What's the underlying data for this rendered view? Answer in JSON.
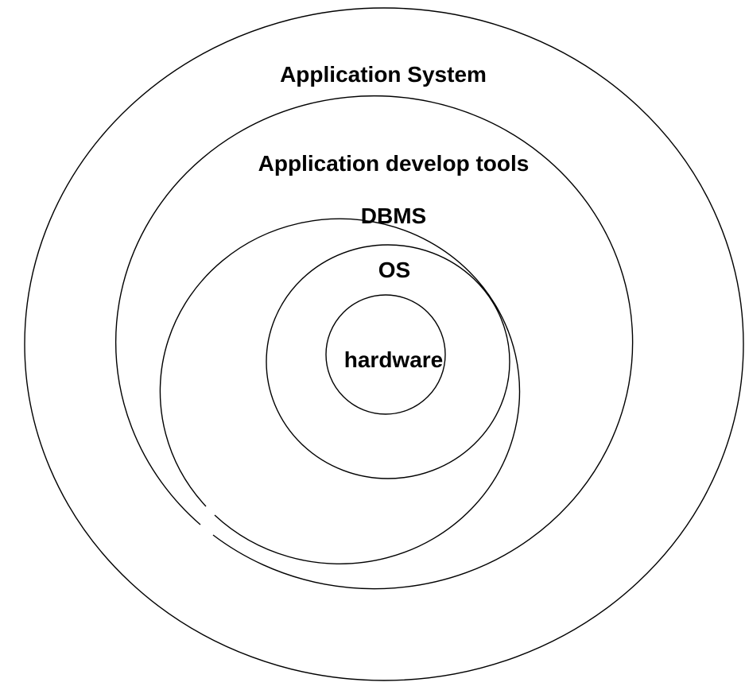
{
  "diagram": {
    "layers": [
      {
        "label": "Application System"
      },
      {
        "label": "Application develop tools"
      },
      {
        "label": "DBMS"
      },
      {
        "label": "OS"
      },
      {
        "label": "hardware"
      }
    ],
    "colors": {
      "stroke": "#000000",
      "text": "#000000",
      "background": "#ffffff"
    }
  }
}
